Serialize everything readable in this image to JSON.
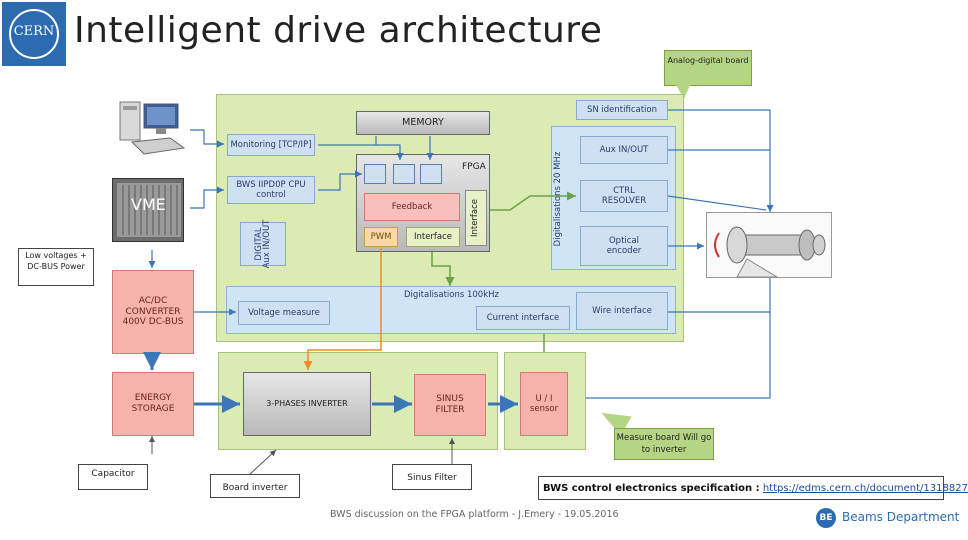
{
  "title": "Intelligent drive architecture",
  "logo_text": "CERN",
  "callouts": {
    "analog_digital_board": "Analog-digital board",
    "measure_board": "Measure board Will go to inverter"
  },
  "boxes": {
    "sn_identification": "SN identification",
    "memory": "MEMORY",
    "monitoring": "Monitoring [TCP/IP]",
    "bws_cpu": "BWS IIPD0P CPU control",
    "fpga": "FPGA",
    "feedback": "Feedback",
    "interface_v": "Interface",
    "pwm": "PWM",
    "interface": "Interface",
    "digital_aux": "DIGITAL Aux IN/OUT",
    "digitalisations_20": "Digitalisations 20 MHz",
    "aux_inout": "Aux IN/OUT",
    "ctrl_resolver": "CTRL RESOLVER",
    "optical_encoder": "Optical encoder",
    "digitalisations_100": "Digitalisations 100kHz",
    "voltage_measure": "Voltage measure",
    "current_interface": "Current interface",
    "wire_interface": "Wire interface",
    "acdc": "AC/DC CONVERTER 400V DC-BUS",
    "energy_storage": "ENERGY STORAGE",
    "inverter": "3-PHASES INVERTER",
    "sinus_filter": "SINUS FILTER",
    "ui_sensor": "U / I sensor",
    "vme": "VME"
  },
  "labels": {
    "low_voltages": "Low voltages + DC-BUS Power",
    "capacitor": "Capacitor",
    "board_inverter": "Board inverter",
    "sinus_filter_label": "Sinus Filter"
  },
  "spec": {
    "text": "BWS control electronics specification :",
    "link": "https://edms.cern.ch/document/1318827"
  },
  "footer": "BWS discussion on the FPGA platform - J.Emery - 19.05.2016",
  "department": {
    "badge": "BE",
    "name": "Beams Department"
  },
  "colors": {
    "accent_blue": "#2d6bb0",
    "green_panel": "#dcebb4",
    "orange_wire": "#f08a24"
  }
}
